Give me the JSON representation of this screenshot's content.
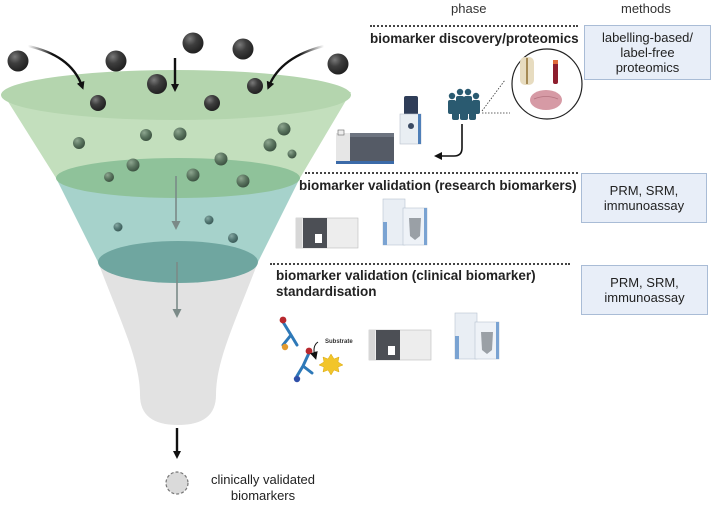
{
  "headers": {
    "phase": "phase",
    "methods": "methods"
  },
  "phases": [
    {
      "title": "biomarker discovery/proteomics",
      "method": "labelling-based/\nlabel-free\nproteomics",
      "funnel_color": "#b9d8b4"
    },
    {
      "title": "biomarker validation (research biomarkers)",
      "method": "PRM, SRM,\nimmunoassay",
      "funnel_color": "#9fcdc6"
    },
    {
      "title_line1": "biomarker validation (clinical biomarker)",
      "title_line2": "standardisation",
      "method": "PRM, SRM,\nimmunoassay",
      "funnel_color": "#e2e2e2"
    }
  ],
  "illustration": {
    "substrate_label": "Substrate"
  },
  "output": {
    "label": "clinically validated\nbiomarkers"
  },
  "colors": {
    "method_box_fill": "#e8eef8",
    "method_box_border": "#a9bcd6",
    "ball_dark": "#3c3c3c",
    "ball_green": "#5e7a62"
  }
}
